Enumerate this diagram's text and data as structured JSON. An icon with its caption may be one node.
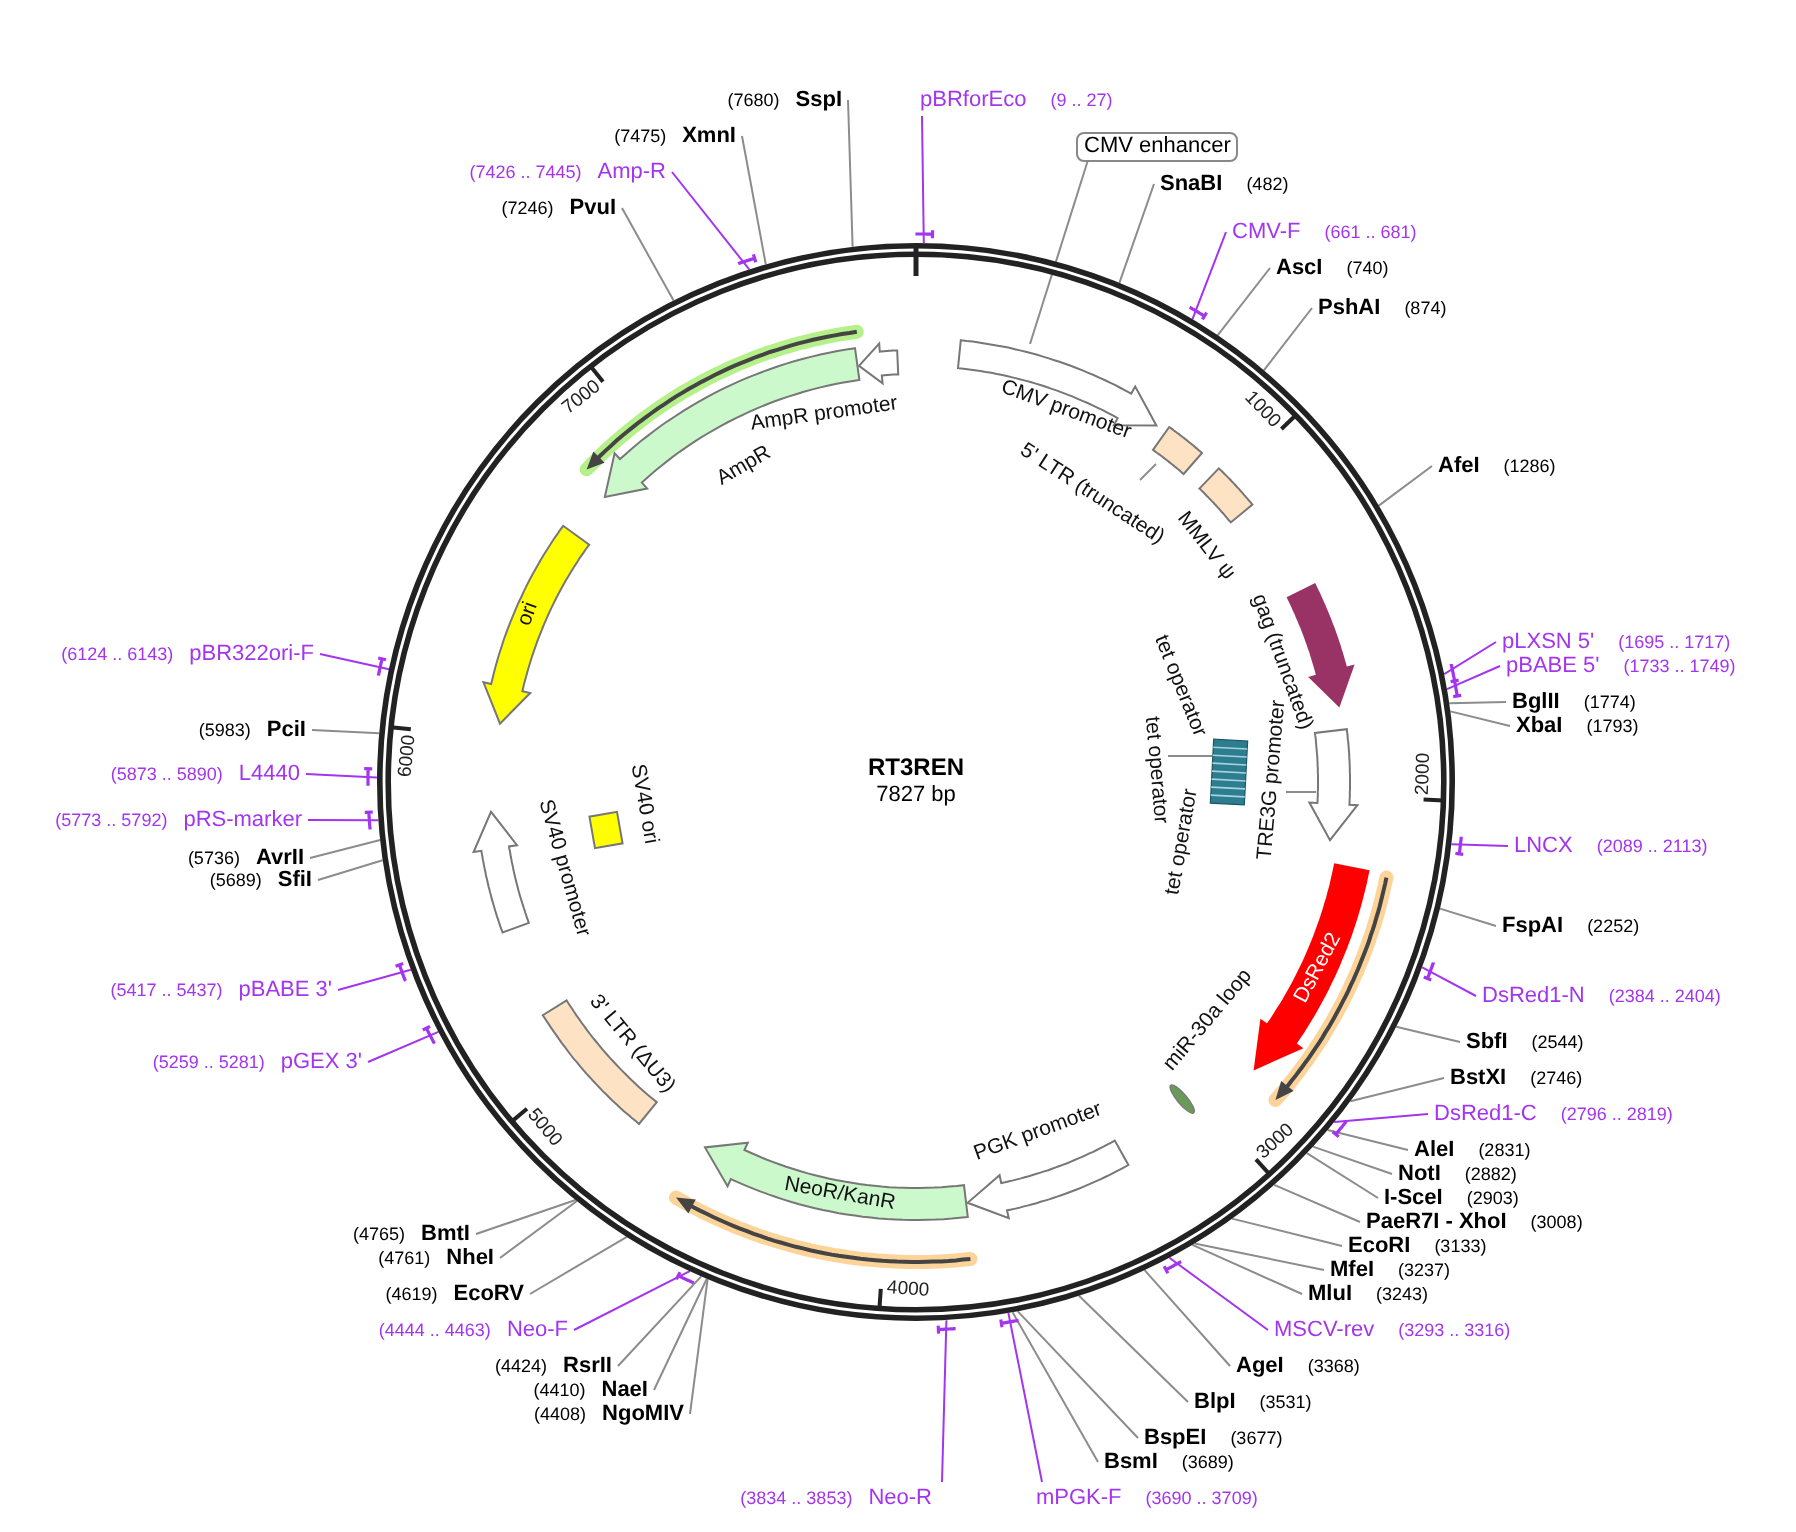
{
  "diagram": {
    "nodes": [
      {
        "text": [
          "RT3REN",
          "7827 bp"
        ]
      },
      {
        "text": [
          "AmpR promoter"
        ],
        "in": 0
      },
      {
        "text": [
          "CMV promoter"
        ],
        "in": 0
      },
      {
        "text": [
          "5' LTR (truncated)"
        ],
        "in": 0
      },
      {
        "text": [],
        "shape": "box",
        "in": 0
      },
      {
        "text": [],
        "shape": "box",
        "in": 0,
        "beside": [
          "MMLV ψ"
        ]
      },
      {
        "text": [
          "gag (truncated)"
        ],
        "in": 0
      },
      {
        "text": [
          "tet operator"
        ],
        "in": 0
      },
      {
        "text": [
          "tet operator"
        ],
        "in": 0
      },
      {
        "text": [
          "tet operator"
        ],
        "in": 0
      },
      {
        "text": [],
        "shape": "box",
        "in": 0
      },
      {
        "text": [
          "TRE3G promoter"
        ],
        "in": 0
      },
      {
        "text": [],
        "shape": "arrow",
        "in": 0
      },
      {
        "text": [
          "DsRed2"
        ],
        "in": 0
      },
      {
        "text": [
          "miR-30a loop"
        ],
        "in": 0
      },
      {
        "text": [
          "PGK promoter"
        ],
        "in": 0
      },
      {
        "text": [
          "NeoR/KanR"
        ],
        "in": 0
      },
      {
        "text": [
          "3' LTR (ΔU3)"
        ],
        "in": 0
      },
      {
        "text": [],
        "shape": "arrow",
        "in": 0,
        "beside": [
          "SV40 promoter"
        ]
      },
      {
        "text": [
          "SV40 ori"
        ],
        "in": 0
      },
      {
        "text": [
          "ori"
        ],
        "in": 0
      },
      {
        "text": [
          "AmpR"
        ],
        "in": 0
      },
      {
        "text": [
          "CMV enhancer"
        ]
      },
      {
        "text": [
          "pBRforEco",
          "(9 .. 27)"
        ]
      },
      {
        "text": [
          "SnaBI",
          "(482)"
        ]
      },
      {
        "text": [
          "CMV-F",
          "(661 .. 681)"
        ]
      },
      {
        "text": [
          "AscI",
          "(740)"
        ]
      },
      {
        "text": [
          "PshAI",
          "(874)"
        ]
      },
      {
        "text": [
          "AfeI",
          "(1286)"
        ]
      },
      {
        "text": [
          "pLXSN 5'",
          "(1695 .. 1717)"
        ]
      },
      {
        "text": [
          "pBABE 5'",
          "(1733 .. 1749)"
        ]
      },
      {
        "text": [
          "BglII",
          "(1774)"
        ]
      },
      {
        "text": [
          "XbaI",
          "(1793)"
        ]
      },
      {
        "text": [
          "LNCX",
          "(2089 .. 2113)"
        ]
      },
      {
        "text": [
          "FspAI",
          "(2252)"
        ]
      },
      {
        "text": [
          "DsRed1-N",
          "(2384 .. 2404)"
        ]
      },
      {
        "text": [
          "SbfI",
          "(2544)"
        ]
      },
      {
        "text": [
          "BstXI",
          "(2746)"
        ]
      },
      {
        "text": [
          "DsRed1-C",
          "(2796 .. 2819)"
        ]
      },
      {
        "text": [
          "AleI",
          "(2831)"
        ]
      },
      {
        "text": [
          "NotI",
          "(2882)"
        ]
      },
      {
        "text": [
          "I-SceI",
          "(2903)"
        ]
      },
      {
        "text": [
          "PaeR7I - XhoI",
          "(3008)"
        ]
      },
      {
        "text": [
          "EcoRI",
          "(3133)"
        ]
      },
      {
        "text": [
          "MfeI",
          "(3237)"
        ]
      },
      {
        "text": [
          "MluI",
          "(3243)"
        ]
      },
      {
        "text": [
          "MSCV-rev",
          "(3293 .. 3316)"
        ]
      },
      {
        "text": [
          "AgeI",
          "(3368)"
        ]
      },
      {
        "text": [
          "BlpI",
          "(3531)"
        ]
      },
      {
        "text": [
          "BspEI",
          "(3677)"
        ]
      },
      {
        "text": [
          "BsmI",
          "(3689)"
        ]
      },
      {
        "text": [
          "mPGK-F",
          "(3690 .. 3709)"
        ]
      },
      {
        "text": [
          "(3834 .. 3853)",
          "Neo-R"
        ]
      },
      {
        "text": [
          "(4408)",
          "NgoMIV"
        ]
      },
      {
        "text": [
          "(4410)",
          "NaeI"
        ]
      },
      {
        "text": [
          "(4424)",
          "RsrII"
        ]
      },
      {
        "text": [
          "(4444 .. 4463)",
          "Neo-F"
        ]
      },
      {
        "text": [
          "(4619)",
          "EcoRV"
        ]
      },
      {
        "text": [
          "(4761)",
          "NheI"
        ]
      },
      {
        "text": [
          "(4765)",
          "BmtI"
        ]
      },
      {
        "text": [
          "(5259 .. 5281)",
          "pGEX 3'"
        ]
      },
      {
        "text": [
          "(5417 .. 5437)",
          "pBABE 3'"
        ]
      },
      {
        "text": [
          "(5689)",
          "SfiI"
        ]
      },
      {
        "text": [
          "(5736)",
          "AvrII"
        ]
      },
      {
        "text": [
          "(5773 .. 5792)",
          "pRS-marker"
        ]
      },
      {
        "text": [
          "(5873 .. 5890)",
          "L4440"
        ]
      },
      {
        "text": [
          "(5983)",
          "PciI"
        ]
      },
      {
        "text": [
          "(6124 .. 6143)",
          "pBR322ori-F"
        ]
      },
      {
        "text": [
          "(7246)",
          "PvuI"
        ]
      },
      {
        "text": [
          "(7426 .. 7445)",
          "Amp-R"
        ]
      },
      {
        "text": [
          "(7475)",
          "XmnI"
        ]
      },
      {
        "text": [
          "(7680)",
          "SspI"
        ]
      }
    ],
    "edges": [
      {
        "from": 22,
        "to": 2,
        "arrow": "none"
      },
      {
        "from": 3,
        "to": 4,
        "arrow": "none"
      },
      {
        "from": 8,
        "to": 10,
        "arrow": "none"
      },
      {
        "from": 11,
        "to": 12,
        "arrow": "none"
      },
      {
        "from": 23,
        "to": 0,
        "arrow": "none",
        "color": "#a335ee"
      },
      {
        "from": 24,
        "to": 0,
        "arrow": "none"
      },
      {
        "from": 25,
        "to": 0,
        "arrow": "none",
        "color": "#a335ee"
      },
      {
        "from": 26,
        "to": 0,
        "arrow": "none"
      },
      {
        "from": 27,
        "to": 0,
        "arrow": "none"
      },
      {
        "from": 28,
        "to": 0,
        "arrow": "none"
      },
      {
        "from": 29,
        "to": 0,
        "arrow": "none",
        "color": "#a335ee"
      },
      {
        "from": 30,
        "to": 0,
        "arrow": "none",
        "color": "#a335ee"
      },
      {
        "from": 31,
        "to": 0,
        "arrow": "none"
      },
      {
        "from": 32,
        "to": 0,
        "arrow": "none"
      },
      {
        "from": 33,
        "to": 0,
        "arrow": "none",
        "color": "#a335ee"
      },
      {
        "from": 34,
        "to": 0,
        "arrow": "none"
      },
      {
        "from": 35,
        "to": 0,
        "arrow": "none",
        "color": "#a335ee"
      },
      {
        "from": 36,
        "to": 0,
        "arrow": "none"
      },
      {
        "from": 37,
        "to": 0,
        "arrow": "none"
      },
      {
        "from": 38,
        "to": 0,
        "arrow": "none",
        "color": "#a335ee"
      },
      {
        "from": 39,
        "to": 0,
        "arrow": "none"
      },
      {
        "from": 40,
        "to": 0,
        "arrow": "none"
      },
      {
        "from": 41,
        "to": 0,
        "arrow": "none"
      },
      {
        "from": 42,
        "to": 0,
        "arrow": "none"
      },
      {
        "from": 43,
        "to": 0,
        "arrow": "none"
      },
      {
        "from": 44,
        "to": 0,
        "arrow": "none"
      },
      {
        "from": 45,
        "to": 0,
        "arrow": "none"
      },
      {
        "from": 46,
        "to": 0,
        "arrow": "none",
        "color": "#a335ee"
      },
      {
        "from": 47,
        "to": 0,
        "arrow": "none"
      },
      {
        "from": 48,
        "to": 0,
        "arrow": "none"
      },
      {
        "from": 49,
        "to": 0,
        "arrow": "none"
      },
      {
        "from": 50,
        "to": 0,
        "arrow": "none"
      },
      {
        "from": 51,
        "to": 0,
        "arrow": "none",
        "color": "#a335ee"
      },
      {
        "from": 52,
        "to": 0,
        "arrow": "none",
        "color": "#a335ee"
      },
      {
        "from": 53,
        "to": 0,
        "arrow": "none"
      },
      {
        "from": 54,
        "to": 0,
        "arrow": "none"
      },
      {
        "from": 55,
        "to": 0,
        "arrow": "none"
      },
      {
        "from": 56,
        "to": 0,
        "arrow": "none",
        "color": "#a335ee"
      },
      {
        "from": 57,
        "to": 0,
        "arrow": "none"
      },
      {
        "from": 58,
        "to": 0,
        "arrow": "none"
      },
      {
        "from": 59,
        "to": 0,
        "arrow": "none"
      },
      {
        "from": 60,
        "to": 0,
        "arrow": "none",
        "color": "#a335ee"
      },
      {
        "from": 61,
        "to": 0,
        "arrow": "none",
        "color": "#a335ee"
      },
      {
        "from": 62,
        "to": 0,
        "arrow": "none"
      },
      {
        "from": 63,
        "to": 0,
        "arrow": "none"
      },
      {
        "from": 64,
        "to": 0,
        "arrow": "none",
        "color": "#a335ee"
      },
      {
        "from": 65,
        "to": 0,
        "arrow": "none",
        "color": "#a335ee"
      },
      {
        "from": 66,
        "to": 0,
        "arrow": "none"
      },
      {
        "from": 67,
        "to": 0,
        "arrow": "none",
        "color": "#a335ee"
      },
      {
        "from": 68,
        "to": 0,
        "arrow": "none"
      },
      {
        "from": 69,
        "to": 0,
        "arrow": "none",
        "color": "#a335ee"
      },
      {
        "from": 70,
        "to": 0,
        "arrow": "none"
      },
      {
        "from": 71,
        "to": 0,
        "arrow": "none"
      }
    ],
    "labels": [
      "1000",
      "2000",
      "3000",
      "4000",
      "5000",
      "6000",
      "7000"
    ]
  }
}
